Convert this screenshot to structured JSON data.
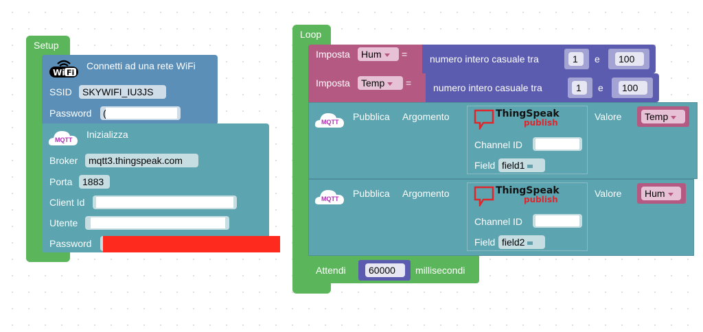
{
  "setup": {
    "label": "Setup",
    "wifi": {
      "title": "Connetti ad una rete WiFi",
      "icon": "wifi-icon",
      "ssid_label": "SSID",
      "ssid_value": "SKYWIFI_IU3JS",
      "password_label": "Password",
      "password_value": "("
    },
    "mqtt_init": {
      "title": "Inizializza",
      "icon": "mqtt-cloud-icon",
      "icon_text": "MQTT",
      "broker_label": "Broker",
      "broker_value": "mqtt3.thingspeak.com",
      "port_label": "Porta",
      "port_value": "1883",
      "client_id_label": "Client Id",
      "client_id_value": "",
      "user_label": "Utente",
      "user_value": "",
      "password_label": "Password",
      "password_value": ""
    }
  },
  "loop": {
    "label": "Loop",
    "set_hum": {
      "set_label": "Imposta",
      "variable": "Hum",
      "equals": "=",
      "random_label": "numero intero casuale tra",
      "min": "1",
      "and_label": "e",
      "max": "100"
    },
    "set_temp": {
      "set_label": "Imposta",
      "variable": "Temp",
      "equals": "=",
      "random_label": "numero intero casuale tra",
      "min": "1",
      "and_label": "e",
      "max": "100"
    },
    "publish1": {
      "icon_text": "MQTT",
      "publish_label": "Pubblica",
      "argument_label": "Argomento",
      "ts_title": "ThingSpeak",
      "ts_sub": "publish",
      "channel_label": "Channel ID",
      "channel_value": "",
      "field_label": "Field",
      "field_value": "field1",
      "value_label": "Valore",
      "value_var": "Temp"
    },
    "publish2": {
      "icon_text": "MQTT",
      "publish_label": "Pubblica",
      "argument_label": "Argomento",
      "ts_title": "ThingSpeak",
      "ts_sub": "publish",
      "channel_label": "Channel ID",
      "channel_value": "",
      "field_label": "Field",
      "field_value": "field2",
      "value_label": "Valore",
      "value_var": "Hum"
    },
    "wait": {
      "label": "Attendi",
      "value": "60000",
      "unit": "millisecondi"
    }
  },
  "colors": {
    "event": "#5bb65b",
    "wifi": "#5b8fb8",
    "mqtt": "#5ba4b0",
    "variable": "#b45a82",
    "math": "#5b5bb0",
    "redacted": "#ff2a1e",
    "thingspeak_red": "#e0262b"
  }
}
